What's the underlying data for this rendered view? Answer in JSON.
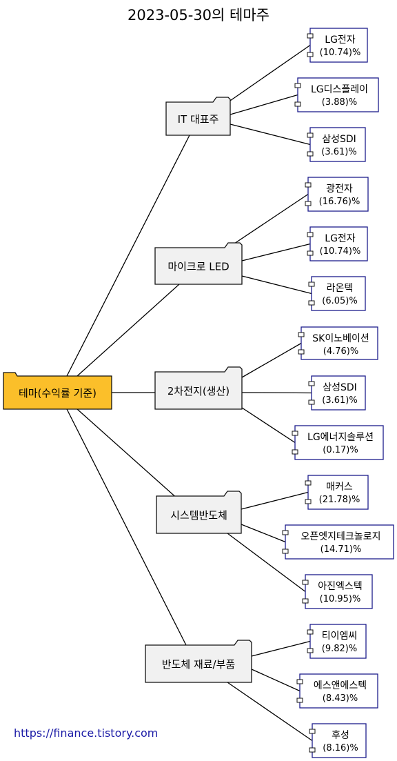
{
  "title": "2023-05-30의 테마주",
  "footer_link": "https://finance.tistory.com",
  "colors": {
    "root_fill": "#FBBF2A",
    "theme_fill": "#F1F1F1",
    "stock_border": "#1C1C8C",
    "line": "#000000"
  },
  "root": {
    "label": "테마(수익률 기준)"
  },
  "themes": [
    {
      "label": "IT 대표주",
      "stocks": [
        {
          "name": "LG전자",
          "pct": "(10.74)%"
        },
        {
          "name": "LG디스플레이",
          "pct": "(3.88)%"
        },
        {
          "name": "삼성SDI",
          "pct": "(3.61)%"
        }
      ]
    },
    {
      "label": "마이크로 LED",
      "stocks": [
        {
          "name": "광전자",
          "pct": "(16.76)%"
        },
        {
          "name": "LG전자",
          "pct": "(10.74)%"
        },
        {
          "name": "라온텍",
          "pct": "(6.05)%"
        }
      ]
    },
    {
      "label": "2차전지(생산)",
      "stocks": [
        {
          "name": "SK이노베이션",
          "pct": "(4.76)%"
        },
        {
          "name": "삼성SDI",
          "pct": "(3.61)%"
        },
        {
          "name": "LG에너지솔루션",
          "pct": "(0.17)%"
        }
      ]
    },
    {
      "label": "시스템반도체",
      "stocks": [
        {
          "name": "매커스",
          "pct": "(21.78)%"
        },
        {
          "name": "오픈엣지테크놀로지",
          "pct": "(14.71)%"
        },
        {
          "name": "아진엑스텍",
          "pct": "(10.95)%"
        }
      ]
    },
    {
      "label": "반도체 재료/부품",
      "stocks": [
        {
          "name": "티이엠씨",
          "pct": "(9.82)%"
        },
        {
          "name": "에스앤에스텍",
          "pct": "(8.43)%"
        },
        {
          "name": "후성",
          "pct": "(8.16)%"
        }
      ]
    }
  ]
}
